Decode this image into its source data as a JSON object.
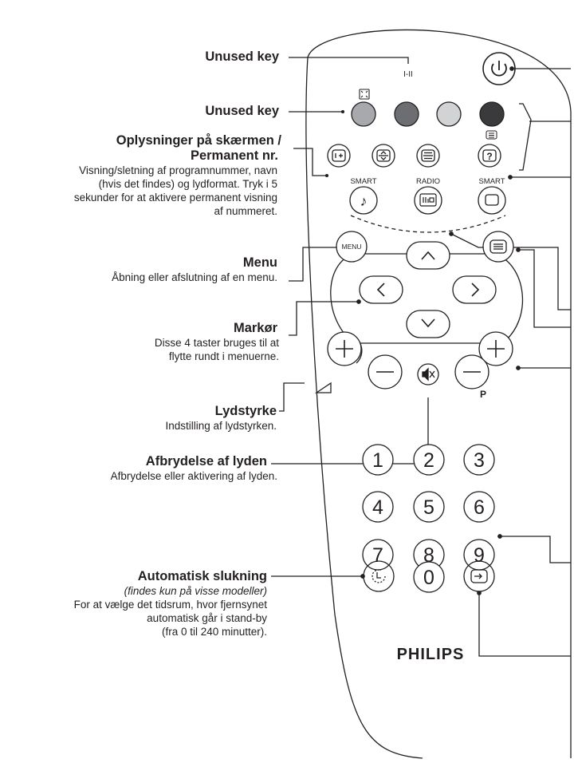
{
  "labels": {
    "unused_top": "Unused key",
    "unused_second": "Unused key",
    "info_title_1": "Oplysninger på skærmen /",
    "info_title_2": "Permanent nr.",
    "info_desc": [
      "Visning/sletning af programnummer, navn",
      "(hvis det findes) og lydformat. Tryk i 5",
      "sekunder for at aktivere permanent visning",
      "af nummeret."
    ],
    "menu_title": "Menu",
    "menu_desc": "Åbning eller afslutning af en menu.",
    "cursor_title": "Markør",
    "cursor_desc": [
      "Disse 4 taster bruges til at",
      "flytte rundt i menuerne."
    ],
    "volume_title": "Lydstyrke",
    "volume_desc": "Indstilling af lydstyrken.",
    "mute_title": "Afbrydelse af lyden",
    "mute_desc": "Afbrydelse eller aktivering af lyden.",
    "sleep_title": "Automatisk slukning",
    "sleep_sub": "(findes kun på visse modeller)",
    "sleep_desc": [
      "For at vælge det tidsrum, hvor fjernsynet",
      "automatisk går i stand-by",
      "(fra 0 til 240 minutter)."
    ]
  },
  "remote": {
    "brand": "PHILIPS",
    "small_labels": {
      "i_ii": "I-II",
      "smart_left": "SMART",
      "radio": "RADIO",
      "smart_right": "SMART",
      "menu": "MENU",
      "program": "P"
    },
    "digits": [
      "1",
      "2",
      "3",
      "4",
      "5",
      "6",
      "7",
      "8",
      "9",
      "0"
    ],
    "colors": {
      "grey_key": "#a7a9ac",
      "darkgrey_key": "#6d6e71",
      "lightgrey_key": "#d1d3d4",
      "black_key": "#3a3a3c",
      "outline": "#231f20"
    }
  },
  "icons": [
    "power-icon",
    "screen-format-icon",
    "info-icon",
    "teletext-up-down-icon",
    "teletext-split-icon",
    "teletext-reveal-icon",
    "teletext-index-icon",
    "music-note-icon",
    "radio-icon",
    "picture-icon",
    "teletext-icon",
    "cursor-up-icon",
    "cursor-left-icon",
    "cursor-right-icon",
    "cursor-down-icon",
    "volume-plus-icon",
    "volume-minus-icon",
    "mute-icon",
    "program-plus-icon",
    "program-minus-icon",
    "volume-ramp-icon",
    "sleep-timer-icon",
    "av-input-icon"
  ]
}
